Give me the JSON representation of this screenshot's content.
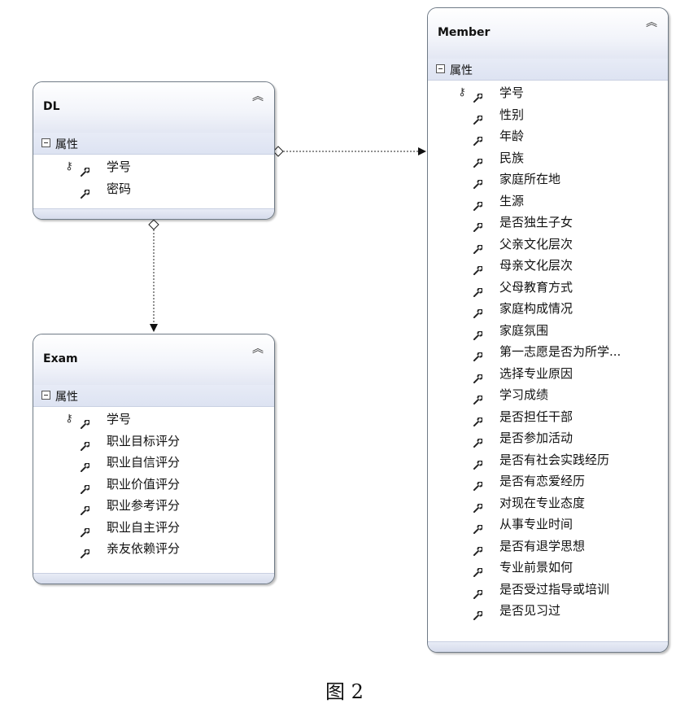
{
  "section_label": "属性",
  "entities": {
    "dl": {
      "title": "DL",
      "properties": [
        {
          "name": "学号",
          "key": true
        },
        {
          "name": "密码",
          "key": false
        }
      ]
    },
    "exam": {
      "title": "Exam",
      "properties": [
        {
          "name": "学号",
          "key": true
        },
        {
          "name": "职业目标评分",
          "key": false
        },
        {
          "name": "职业自信评分",
          "key": false
        },
        {
          "name": "职业价值评分",
          "key": false
        },
        {
          "name": "职业参考评分",
          "key": false
        },
        {
          "name": "职业自主评分",
          "key": false
        },
        {
          "name": "亲友依赖评分",
          "key": false
        }
      ]
    },
    "member": {
      "title": "Member",
      "properties": [
        {
          "name": "学号",
          "key": true
        },
        {
          "name": "性别",
          "key": false
        },
        {
          "name": "年龄",
          "key": false
        },
        {
          "name": "民族",
          "key": false
        },
        {
          "name": "家庭所在地",
          "key": false
        },
        {
          "name": "生源",
          "key": false
        },
        {
          "name": "是否独生子女",
          "key": false
        },
        {
          "name": "父亲文化层次",
          "key": false
        },
        {
          "name": "母亲文化层次",
          "key": false
        },
        {
          "name": "父母教育方式",
          "key": false
        },
        {
          "name": "家庭构成情况",
          "key": false
        },
        {
          "name": "家庭氛围",
          "key": false
        },
        {
          "name": "第一志愿是否为所学...",
          "key": false
        },
        {
          "name": "选择专业原因",
          "key": false
        },
        {
          "name": "学习成绩",
          "key": false
        },
        {
          "name": "是否担任干部",
          "key": false
        },
        {
          "name": "是否参加活动",
          "key": false
        },
        {
          "name": "是否有社会实践经历",
          "key": false
        },
        {
          "name": "是否有恋爱经历",
          "key": false
        },
        {
          "name": "对现在专业态度",
          "key": false
        },
        {
          "name": "从事专业时间",
          "key": false
        },
        {
          "name": "是否有退学思想",
          "key": false
        },
        {
          "name": "专业前景如何",
          "key": false
        },
        {
          "name": "是否受过指导或培训",
          "key": false
        },
        {
          "name": "是否见习过",
          "key": false
        }
      ]
    }
  },
  "icons": {
    "collapse": "double-chevron-up-icon",
    "key": "key-icon",
    "property": "wrench-icon",
    "section_toggle": "minus-box-icon"
  },
  "relationships": [
    {
      "from": "DL",
      "to": "Member",
      "style": "dashed"
    },
    {
      "from": "DL",
      "to": "Exam",
      "style": "dashed"
    }
  ],
  "caption": "图 2"
}
